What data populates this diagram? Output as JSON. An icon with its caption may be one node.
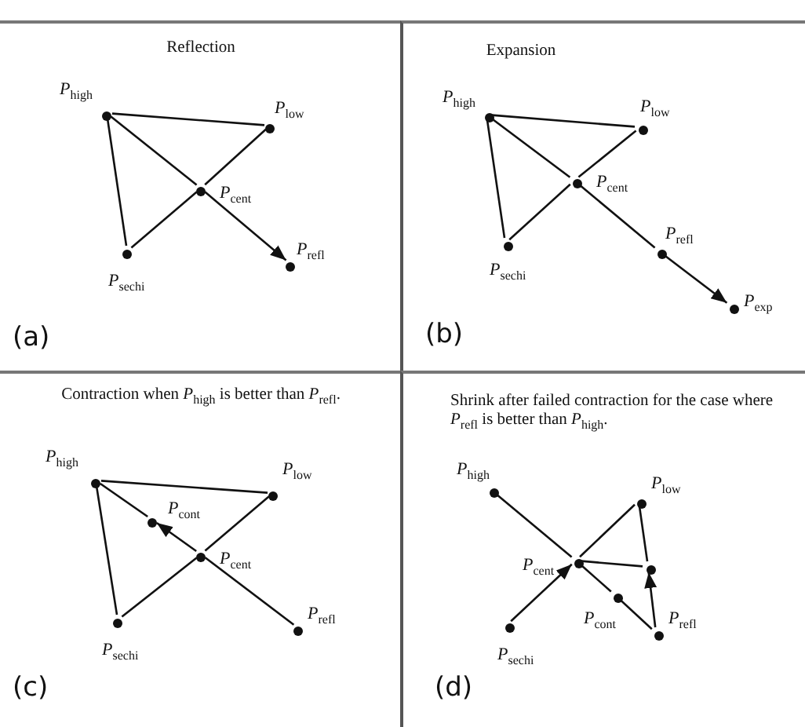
{
  "diagram": {
    "nodes": [
      {
        "text": [
          "Reflection",
          "(a)"
        ]
      },
      {
        "text": [],
        "shape": "circle",
        "beside": [
          "*P*$_{high}$"
        ],
        "in": 0
      },
      {
        "text": [],
        "shape": "circle",
        "beside": [
          "*P*$_{low}$"
        ],
        "in": 0
      },
      {
        "text": [],
        "shape": "circle",
        "beside": [
          "*P*$_{cent}$"
        ],
        "in": 0
      },
      {
        "text": [],
        "shape": "circle",
        "beside": [
          "*P*$_{sechi}$"
        ],
        "in": 0
      },
      {
        "text": [],
        "shape": "circle",
        "beside": [
          "*P*$_{refl}$"
        ],
        "in": 0
      },
      {
        "text": [
          "Expansion",
          "(b)"
        ]
      },
      {
        "text": [],
        "shape": "circle",
        "beside": [
          "*P*$_{high}$"
        ],
        "in": 6
      },
      {
        "text": [],
        "shape": "circle",
        "beside": [
          "*P*$_{low}$"
        ],
        "in": 6
      },
      {
        "text": [],
        "shape": "circle",
        "beside": [
          "*P*$_{cent}$"
        ],
        "in": 6
      },
      {
        "text": [],
        "shape": "circle",
        "beside": [
          "*P*$_{sechi}$"
        ],
        "in": 6
      },
      {
        "text": [],
        "shape": "circle",
        "beside": [
          "*P*$_{refl}$"
        ],
        "in": 6
      },
      {
        "text": [],
        "shape": "circle",
        "beside": [
          "*P*$_{exp}$"
        ],
        "in": 6
      },
      {
        "text": [
          "Contraction when *P*$_{high}$ is better than *P*$_{refl}$.",
          "(c)"
        ]
      },
      {
        "text": [],
        "shape": "circle",
        "beside": [
          "*P*$_{high}$"
        ],
        "in": 13
      },
      {
        "text": [],
        "shape": "circle",
        "beside": [
          "*P*$_{low}$"
        ],
        "in": 13
      },
      {
        "text": [],
        "shape": "circle",
        "beside": [
          "*P*$_{cont}$"
        ],
        "in": 13
      },
      {
        "text": [],
        "shape": "circle",
        "beside": [
          "*P*$_{cent}$"
        ],
        "in": 13
      },
      {
        "text": [],
        "shape": "circle",
        "beside": [
          "*P*$_{sechi}$"
        ],
        "in": 13
      },
      {
        "text": [],
        "shape": "circle",
        "beside": [
          "*P*$_{refl}$"
        ],
        "in": 13
      },
      {
        "text": [
          "Shrink after failed contraction for the case where *P*$_{refl}$ is better than *P*$_{high}$.",
          "(d)"
        ]
      },
      {
        "text": [],
        "shape": "circle",
        "beside": [
          "*P*$_{high}$"
        ],
        "in": 20
      },
      {
        "text": [],
        "shape": "circle",
        "beside": [
          "*P*$_{low}$"
        ],
        "in": 20
      },
      {
        "text": [],
        "shape": "circle",
        "beside": [
          "*P*$_{cent}$"
        ],
        "in": 20
      },
      {
        "text": [],
        "shape": "circle",
        "in": 20
      },
      {
        "text": [],
        "shape": "circle",
        "beside": [
          "*P*$_{cont}$"
        ],
        "in": 20
      },
      {
        "text": [],
        "shape": "circle",
        "beside": [
          "*P*$_{sechi}$"
        ],
        "in": 20
      },
      {
        "text": [],
        "shape": "circle",
        "beside": [
          "*P*$_{refl}$"
        ],
        "in": 20
      }
    ],
    "edges": [
      {
        "from": 1,
        "to": 2,
        "arrow": "none"
      },
      {
        "from": 1,
        "to": 4,
        "arrow": "none"
      },
      {
        "from": 2,
        "to": 3,
        "arrow": "none"
      },
      {
        "from": 3,
        "to": 4,
        "arrow": "none"
      },
      {
        "from": 1,
        "to": 3,
        "arrow": "none"
      },
      {
        "from": 3,
        "to": 5,
        "arrow": "to"
      },
      {
        "from": 7,
        "to": 8,
        "arrow": "none"
      },
      {
        "from": 7,
        "to": 10,
        "arrow": "none"
      },
      {
        "from": 8,
        "to": 9,
        "arrow": "none"
      },
      {
        "from": 9,
        "to": 10,
        "arrow": "none"
      },
      {
        "from": 7,
        "to": 9,
        "arrow": "none"
      },
      {
        "from": 9,
        "to": 11,
        "arrow": "none"
      },
      {
        "from": 11,
        "to": 12,
        "arrow": "to"
      },
      {
        "from": 14,
        "to": 15,
        "arrow": "none"
      },
      {
        "from": 14,
        "to": 18,
        "arrow": "none"
      },
      {
        "from": 15,
        "to": 17,
        "arrow": "none"
      },
      {
        "from": 17,
        "to": 18,
        "arrow": "none"
      },
      {
        "from": 14,
        "to": 16,
        "arrow": "none"
      },
      {
        "from": 17,
        "to": 16,
        "arrow": "to"
      },
      {
        "from": 17,
        "to": 19,
        "arrow": "none"
      },
      {
        "from": 21,
        "to": 23,
        "arrow": "none"
      },
      {
        "from": 23,
        "to": 22,
        "arrow": "none"
      },
      {
        "from": 22,
        "to": 24,
        "arrow": "none"
      },
      {
        "from": 23,
        "to": 24,
        "arrow": "none"
      },
      {
        "from": 23,
        "to": 25,
        "arrow": "none"
      },
      {
        "from": 25,
        "to": 27,
        "arrow": "none"
      },
      {
        "from": 26,
        "to": 23,
        "arrow": "to"
      },
      {
        "from": 27,
        "to": 24,
        "arrow": "to"
      }
    ]
  }
}
